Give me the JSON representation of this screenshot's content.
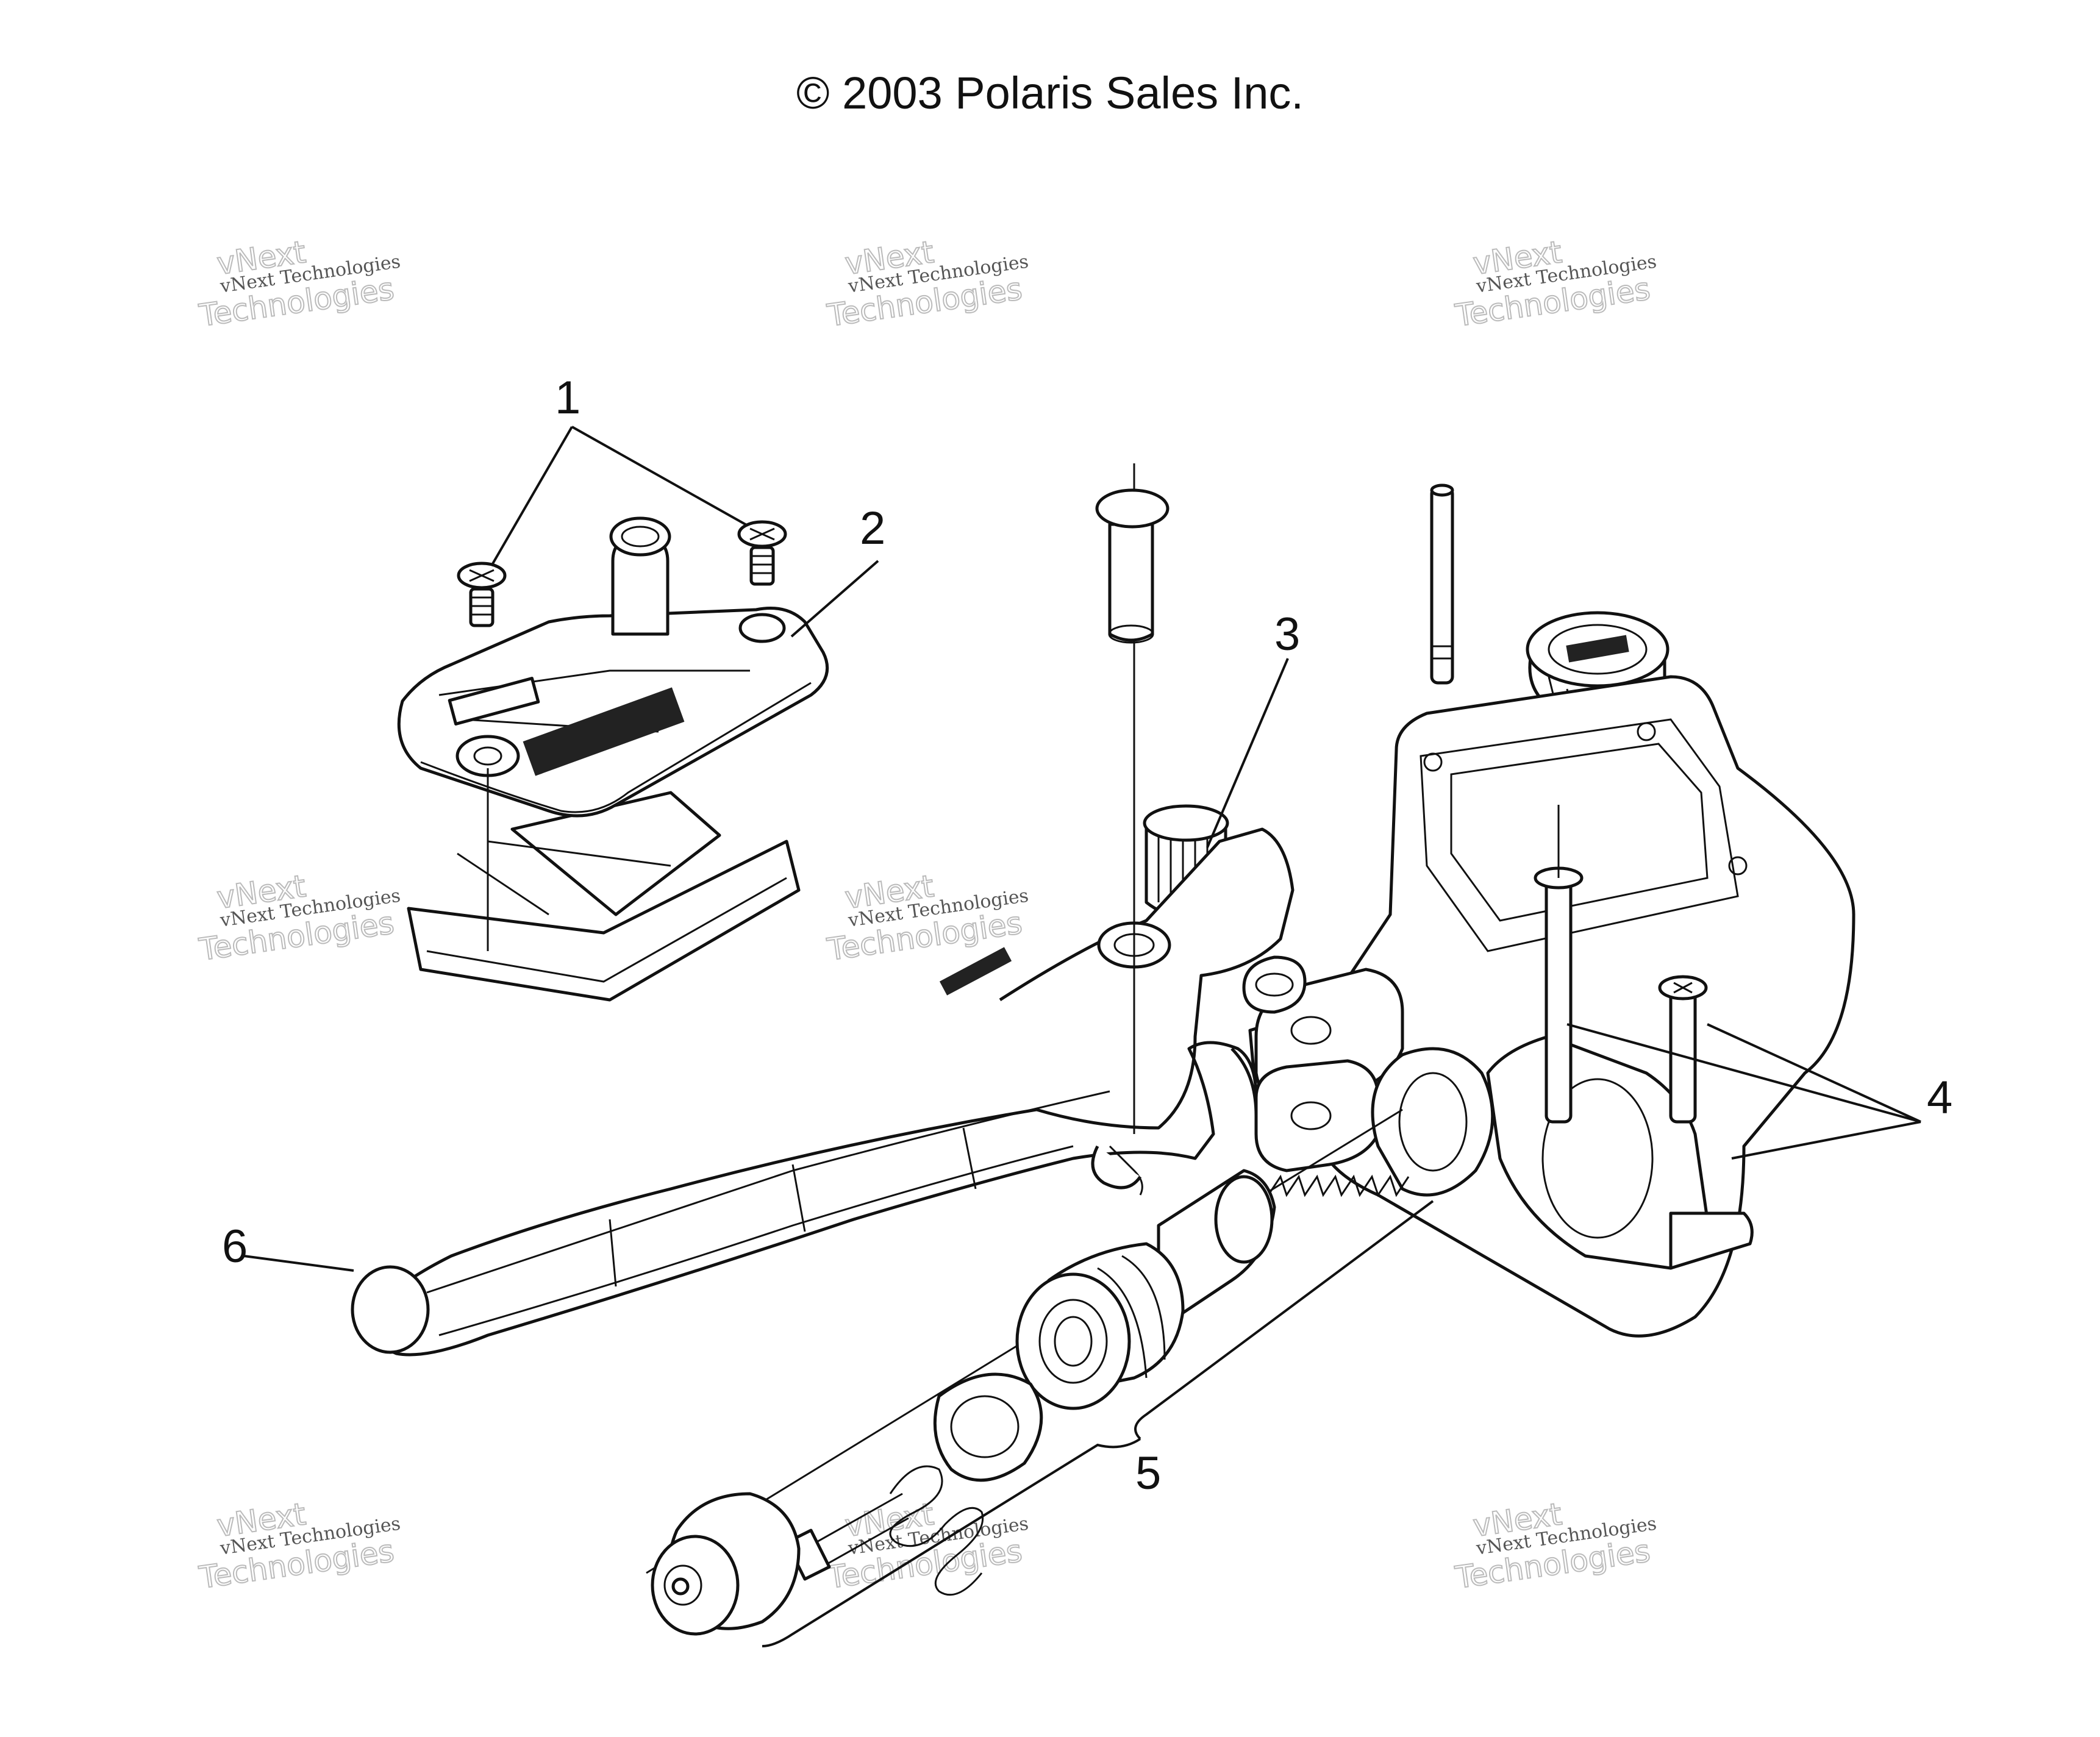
{
  "copyright": "© 2003 Polaris Sales Inc.",
  "callouts": [
    "1",
    "2",
    "3",
    "4",
    "5",
    "6"
  ],
  "watermark": {
    "line1": "vNext Technologies",
    "line2": "vNext",
    "line3": "Technologies"
  }
}
